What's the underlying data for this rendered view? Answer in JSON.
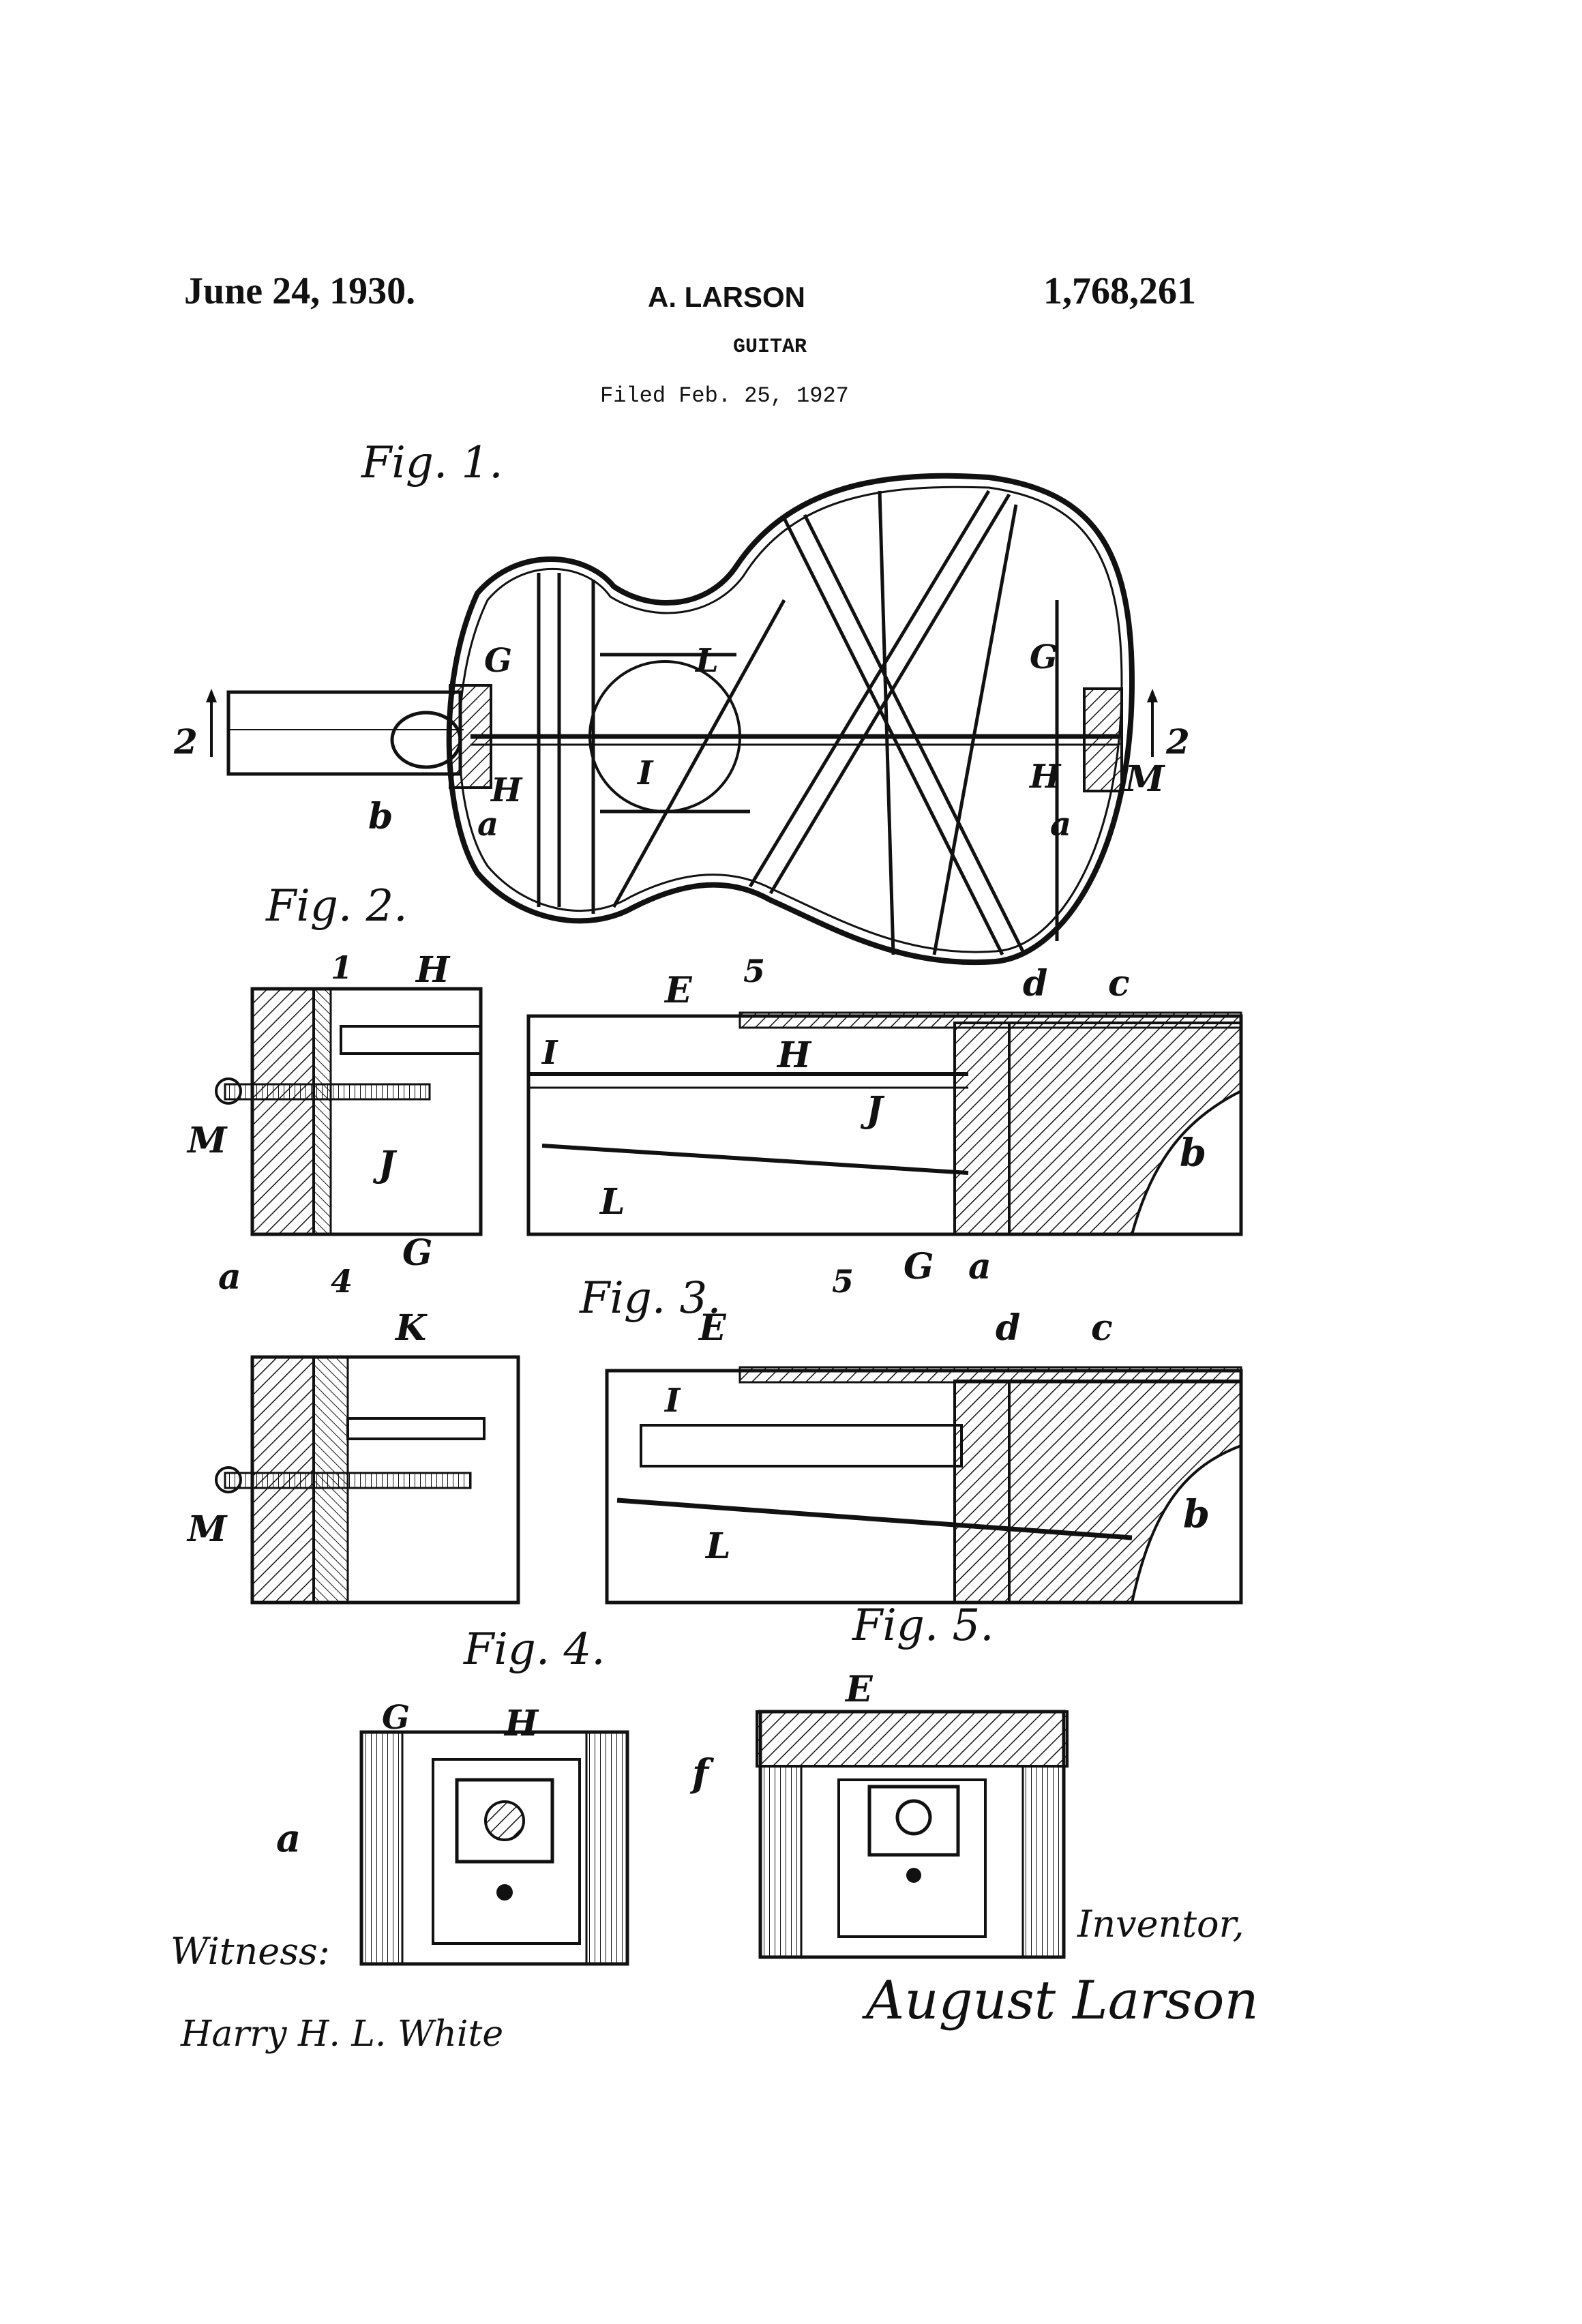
{
  "header": {
    "date": "June 24, 1930.",
    "inventor": "A. LARSON",
    "patent_number": "1,768,261",
    "title": "GUITAR",
    "filed": "Filed Feb. 25, 1927"
  },
  "figures": {
    "fig1": "Fig. 1.",
    "fig2": "Fig. 2.",
    "fig3": "Fig. 3.",
    "fig4": "Fig. 4.",
    "fig5": "Fig. 5."
  },
  "reference_labels": {
    "G": "G",
    "H": "H",
    "L": "L",
    "I": "I",
    "M": "M",
    "a": "a",
    "b": "b",
    "E": "E",
    "d": "d",
    "c": "c",
    "J": "J",
    "K": "K",
    "f": "f",
    "one": "1",
    "two": "2",
    "four": "4",
    "five": "5"
  },
  "signatures": {
    "witness_label": "Witness:",
    "witness_signature": "Harry H. L. White",
    "inventor_label": "Inventor,",
    "inventor_signature": "August Larson"
  },
  "colors": {
    "ink": "#111111",
    "paper": "#ffffff"
  }
}
